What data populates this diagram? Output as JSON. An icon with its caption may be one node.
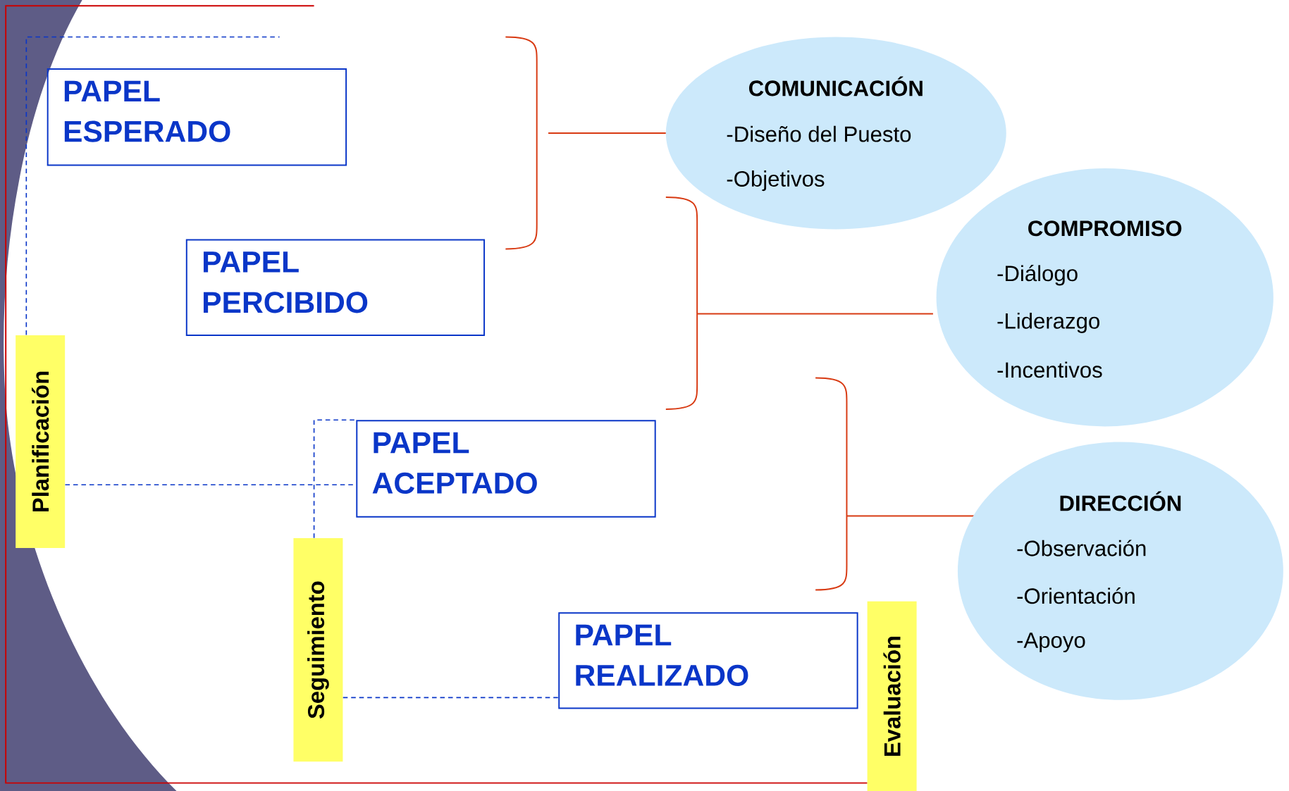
{
  "diagram": {
    "nodes": [
      {
        "text": [
          "PAPEL ESPERADO"
        ]
      },
      {
        "text": [
          "PAPEL PERCIBIDO"
        ]
      },
      {
        "text": [
          "PAPEL ACEPTADO"
        ]
      },
      {
        "text": [
          "PAPEL REALIZADO"
        ]
      },
      {
        "text": [
          "COMUNICACIÓN",
          "-Diseño del Puesto",
          "-Objetivos"
        ]
      },
      {
        "text": [
          "COMPROMISO",
          "-Diálogo",
          "-Liderazgo",
          "-Incentivos"
        ]
      },
      {
        "text": [
          "DIRECCIÓN",
          "-Observación",
          "-Orientación",
          "-Apoyo"
        ]
      },
      {
        "text": [
          "Planificación"
        ]
      },
      {
        "text": [
          "Seguimiento"
        ]
      },
      {
        "text": [
          "Evaluación"
        ]
      }
    ],
    "edges": [
      {
        "from": 7,
        "to": null,
        "arrow": "none",
        "style": "dashed"
      },
      {
        "from": 7,
        "to": 2,
        "arrow": "none",
        "style": "dashed"
      },
      {
        "from": 8,
        "to": 2,
        "arrow": "none",
        "style": "dashed"
      },
      {
        "from": 8,
        "to": 3,
        "arrow": "none",
        "style": "dashed"
      }
    ]
  }
}
